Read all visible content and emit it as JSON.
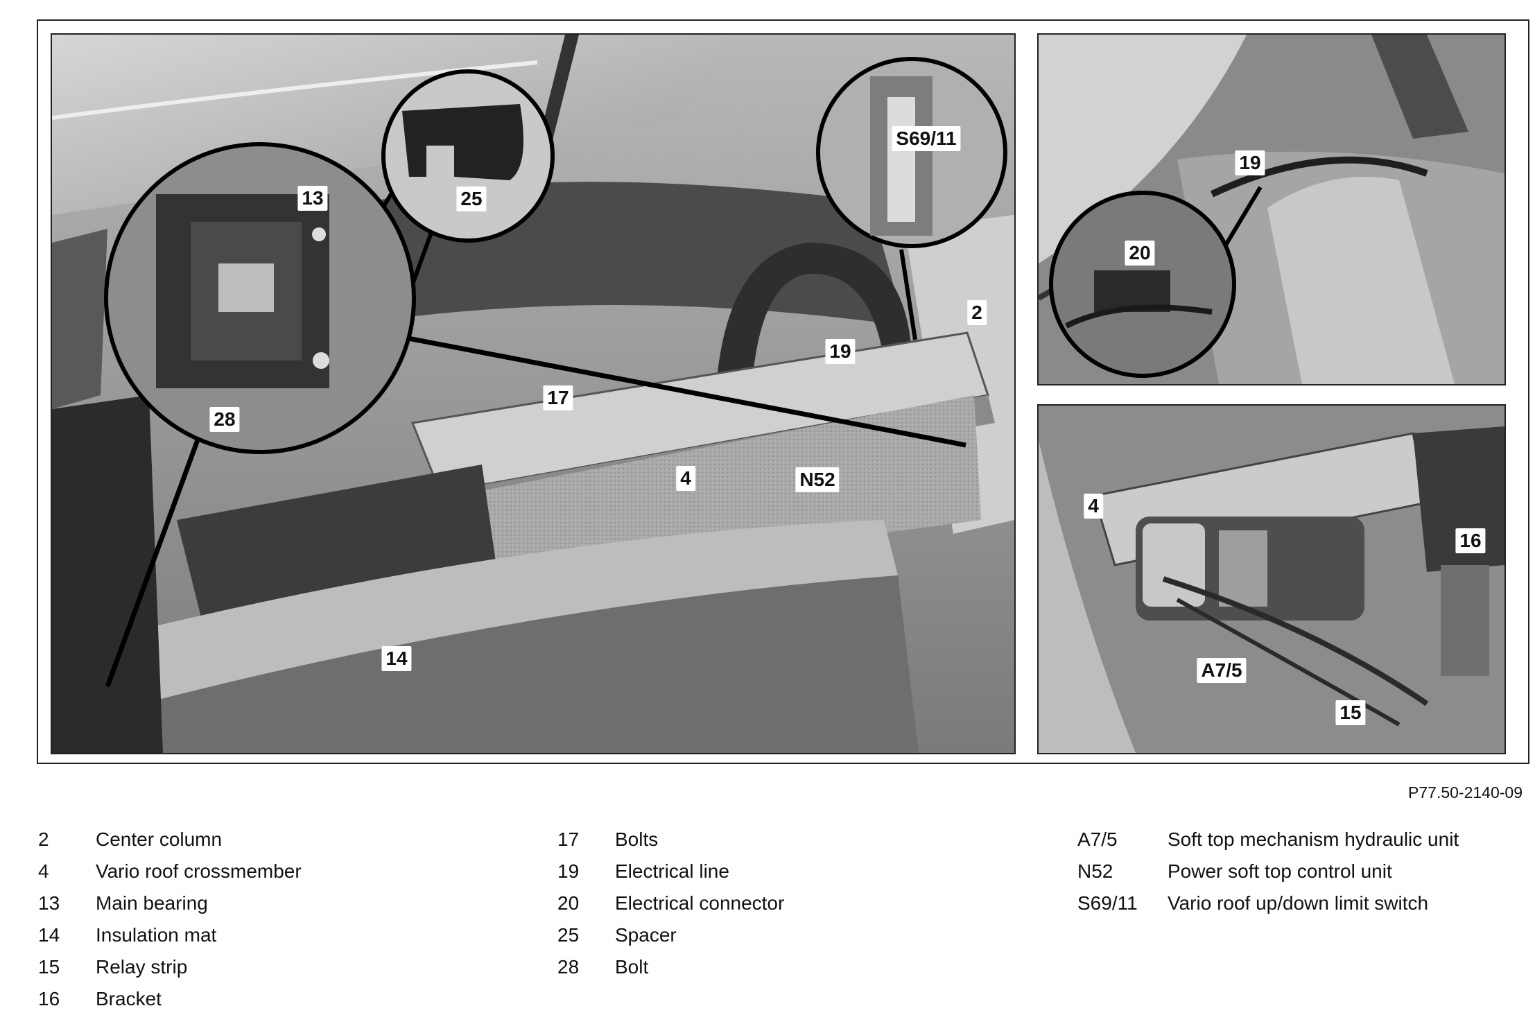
{
  "figure_id": "P77.50-2140-09",
  "main_callouts": [
    "13",
    "25",
    "28",
    "17",
    "4",
    "N52",
    "19",
    "S69/11",
    "2",
    "14"
  ],
  "top_right_callouts": [
    "19",
    "20"
  ],
  "bottom_right_callouts": [
    "4",
    "16",
    "A7/5",
    "15"
  ],
  "legend": {
    "col1": [
      {
        "num": "2",
        "text": "Center column"
      },
      {
        "num": "4",
        "text": "Vario roof crossmember"
      },
      {
        "num": "13",
        "text": "Main bearing"
      },
      {
        "num": "14",
        "text": "Insulation mat"
      },
      {
        "num": "15",
        "text": "Relay strip"
      },
      {
        "num": "16",
        "text": "Bracket"
      }
    ],
    "col2": [
      {
        "num": "17",
        "text": "Bolts"
      },
      {
        "num": "19",
        "text": "Electrical line"
      },
      {
        "num": "20",
        "text": "Electrical connector"
      },
      {
        "num": "25",
        "text": "Spacer"
      },
      {
        "num": "28",
        "text": "Bolt"
      }
    ],
    "col3": [
      {
        "num": "A7/5",
        "text": "Soft top mechanism hydraulic unit"
      },
      {
        "num": "N52",
        "text": "Power soft top control unit"
      },
      {
        "num": "S69/11",
        "text": "Vario roof up/down limit switch"
      }
    ]
  }
}
